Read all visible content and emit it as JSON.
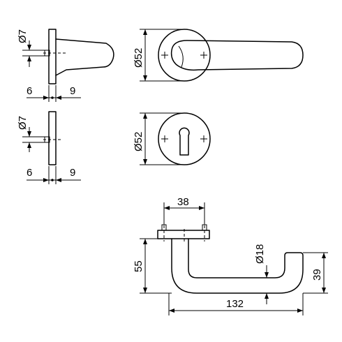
{
  "drawing": {
    "side_view_top": {
      "dia_label": "Ø7",
      "left_label": "6",
      "right_label": "9"
    },
    "side_view_bottom": {
      "dia_label": "Ø7",
      "left_label": "6",
      "right_label": "9"
    },
    "front_view_lever": {
      "dia_label": "Ø52"
    },
    "front_view_escutcheon": {
      "dia_label": "Ø52"
    },
    "lever_top_view": {
      "rose_spacing_label": "38",
      "height_label": "55",
      "bar_dia_label": "Ø18",
      "length_label": "132",
      "end_height_label": "39"
    }
  }
}
